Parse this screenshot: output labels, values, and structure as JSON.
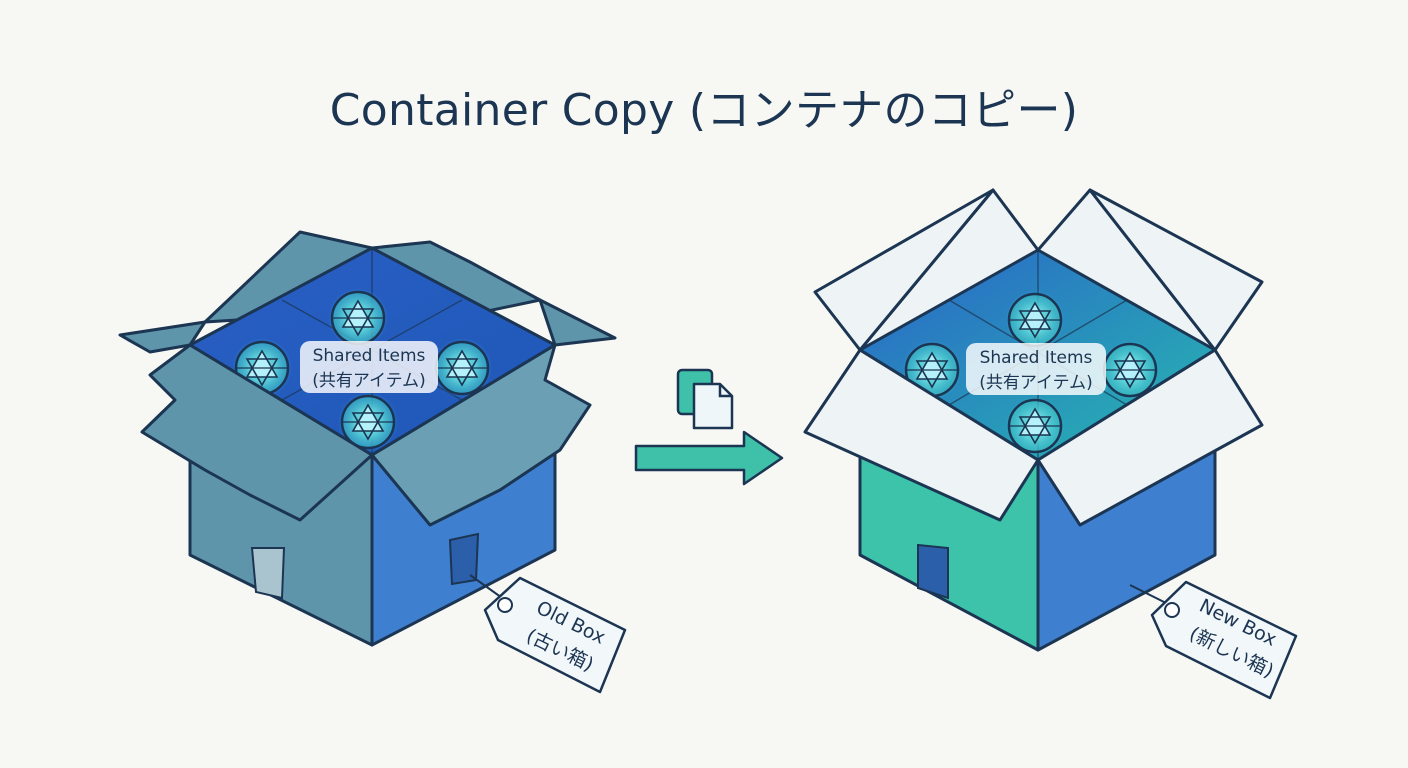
{
  "title": "Container Copy (コンテナのコピー)",
  "old_box": {
    "items_label_en": "Shared Items",
    "items_label_ja": "(共有アイテム)",
    "tag_en": "Old Box",
    "tag_ja": "(古い箱)"
  },
  "new_box": {
    "items_label_en": "Shared Items",
    "items_label_ja": "(共有アイテム)",
    "tag_en": "New Box",
    "tag_ja": "(新しい箱)"
  },
  "copy_icon": "copy-icon",
  "arrow_icon": "arrow-right-icon",
  "colors": {
    "outline": "#1b3552",
    "old_box_side": "#5f95ab",
    "old_box_right": "#3f7fd0",
    "new_box_left": "#3cc3aa",
    "new_box_right": "#3f7fd0",
    "flap_new": "#eef3f6",
    "arrow": "#3ec1a8",
    "glow": "#8ff0ff"
  }
}
